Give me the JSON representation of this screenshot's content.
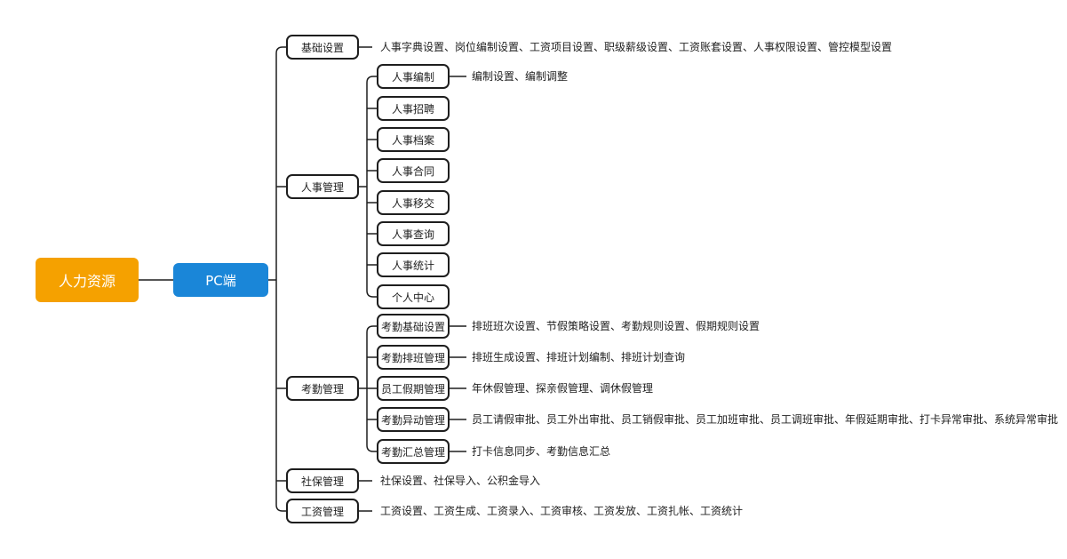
{
  "root": {
    "label": "人力资源",
    "color": "#f5a100"
  },
  "platform": {
    "label": "PC端",
    "color": "#1a86d8"
  },
  "branches": [
    {
      "label": "基础设置",
      "leaf": "人事字典设置、岗位编制设置、工资项目设置、职级薪级设置、工资账套设置、人事权限设置、管控模型设置"
    },
    {
      "label": "人事管理",
      "children": [
        {
          "label": "人事编制",
          "leaf": "编制设置、编制调整"
        },
        {
          "label": "人事招聘"
        },
        {
          "label": "人事档案"
        },
        {
          "label": "人事合同"
        },
        {
          "label": "人事移交"
        },
        {
          "label": "人事查询"
        },
        {
          "label": "人事统计"
        },
        {
          "label": "个人中心"
        }
      ]
    },
    {
      "label": "考勤管理",
      "children": [
        {
          "label": "考勤基础设置",
          "leaf": "排班班次设置、节假策略设置、考勤规则设置、假期规则设置"
        },
        {
          "label": "考勤排班管理",
          "leaf": "排班生成设置、排班计划编制、排班计划查询"
        },
        {
          "label": "员工假期管理",
          "leaf": "年休假管理、探亲假管理、调休假管理"
        },
        {
          "label": "考勤异动管理",
          "leaf": "员工请假审批、员工外出审批、员工销假审批、员工加班审批、员工调班审批、年假延期审批、打卡异常审批、系统异常审批"
        },
        {
          "label": "考勤汇总管理",
          "leaf": "打卡信息同步、考勤信息汇总"
        }
      ]
    },
    {
      "label": "社保管理",
      "leaf": "社保设置、社保导入、公积金导入"
    },
    {
      "label": "工资管理",
      "leaf": "工资设置、工资生成、工资录入、工资审核、工资发放、工资扎帐、工资统计"
    }
  ]
}
